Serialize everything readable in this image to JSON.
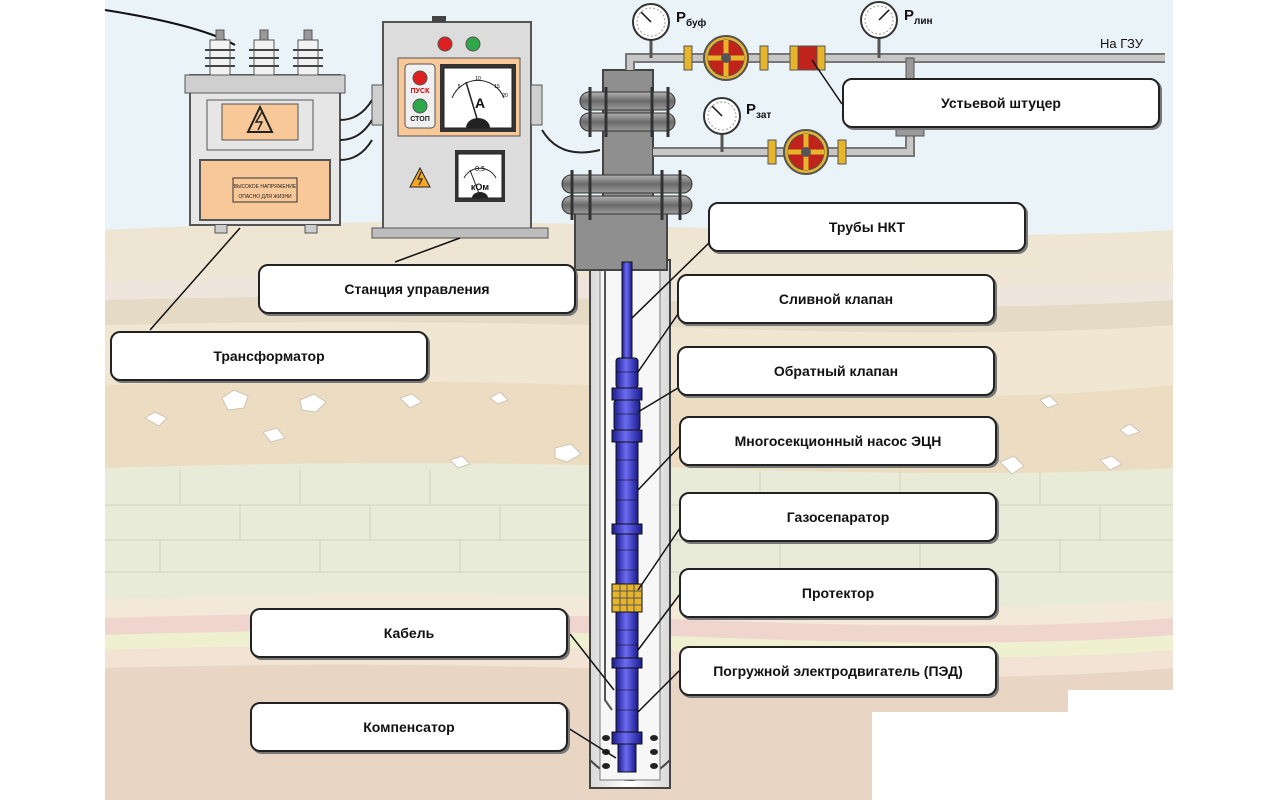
{
  "colors": {
    "sky": "#e9f3f8",
    "soil_light": "#eee5d2",
    "soil_tan": "#e6d5b6",
    "soil_green": "#dfe5cf",
    "soil_pink": "#f2d4cd",
    "soil_deep": "#e8d6c6",
    "equipment_grey": "#d9d9d9",
    "flange_grey": "#8f8f8f",
    "pump_blue": "#3a3ad6",
    "valve_red": "#c0221c",
    "valve_yellow": "#e7b52b",
    "warning_orange": "#f8c898",
    "button_red": "#e02020",
    "button_green": "#2ea84a"
  },
  "labels": {
    "transformer": "Трансформатор",
    "control_station": "Станция управления",
    "tubing": "Трубы НКТ",
    "drain_valve": "Сливной клапан",
    "check_valve": "Обратный клапан",
    "pump": "Многосекционный насос ЭЦН",
    "gas_separator": "Газосепаратор",
    "protector": "Протектор",
    "motor": "Погружной электродвигатель (ПЭД)",
    "cable": "Кабель",
    "compensator": "Компенсатор",
    "wellhead_choke": "Устьевой штуцер"
  },
  "gauges": {
    "p_buf": "Р",
    "p_buf_sub": "буф",
    "p_lin": "Р",
    "p_lin_sub": "лин",
    "p_zat": "Р",
    "p_zat_sub": "зат"
  },
  "pipeline_destination": "На ГЗУ",
  "control_panel": {
    "start_label": "ПУСК",
    "stop_label": "СТОП",
    "ammeter_unit": "А",
    "ohmmeter_unit": "кОм",
    "ohmmeter_scale": "0,5",
    "ammeter_scale": [
      "5",
      "10",
      "15",
      "20"
    ]
  },
  "transformer_plate": {
    "line1": "ВЫСОКОЕ НАПРЯЖЕНИЕ",
    "line2": "ОПАСНО ДЛЯ ЖИЗНИ"
  }
}
